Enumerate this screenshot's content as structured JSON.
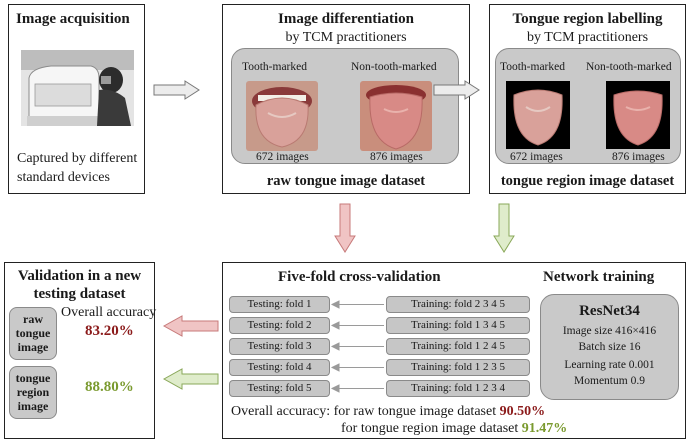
{
  "acquisition": {
    "title": "Image acquisition",
    "caption_line1": "Captured by different",
    "caption_line2": "standard devices"
  },
  "differentiation": {
    "title": "Image differentiation",
    "subtitle": "by TCM practitioners",
    "label_left": "Tooth-marked",
    "label_right": "Non-tooth-marked",
    "count_left": "672 images",
    "count_right": "876 images",
    "dataset": "raw tongue image dataset"
  },
  "labelling": {
    "title": "Tongue region labelling",
    "subtitle": "by TCM practitioners",
    "label_left": "Tooth-marked",
    "label_right": "Non-tooth-marked",
    "count_left": "672 images",
    "count_right": "876 images",
    "dataset": "tongue region image dataset"
  },
  "crossval": {
    "title": "Five-fold cross-validation",
    "testing": [
      "Testing: fold 1",
      "Testing: fold 2",
      "Testing: fold 3",
      "Testing: fold 4",
      "Testing: fold 5"
    ],
    "training": [
      "Training: fold 2 3 4 5",
      "Training: fold 1 3 4 5",
      "Training: fold 1 2 4 5",
      "Training: fold 1 2 3 5",
      "Training: fold 1 2 3 4"
    ],
    "overall_prefix": "Overall accuracy: for raw tongue image dataset",
    "overall_raw_value": "90.50%",
    "overall_region_prefix": "for tongue region image dataset",
    "overall_region_value": "91.47%"
  },
  "network": {
    "title": "Network training",
    "model": "ResNet34",
    "params": [
      "Image size 416×416",
      "Batch size 16",
      "Learning rate 0.001",
      "Momentum 0.9"
    ]
  },
  "validation": {
    "title_line1": "Validation in a new",
    "title_line2": "testing dataset",
    "overall_label": "Overall accuracy",
    "raw_label": [
      "raw",
      "tongue",
      "image"
    ],
    "raw_value": "83.20%",
    "region_label": [
      "tongue",
      "region",
      "image"
    ],
    "region_value": "88.80%"
  },
  "colors": {
    "red_value": "#8b1a1a",
    "green_value": "#7a9a2e",
    "red_arrow_fill": "#f0c4c4",
    "red_arrow_stroke": "#c77a7a",
    "green_arrow_fill": "#dfeccb",
    "green_arrow_stroke": "#8aa85a",
    "gray_arrow_fill": "#ececec"
  }
}
